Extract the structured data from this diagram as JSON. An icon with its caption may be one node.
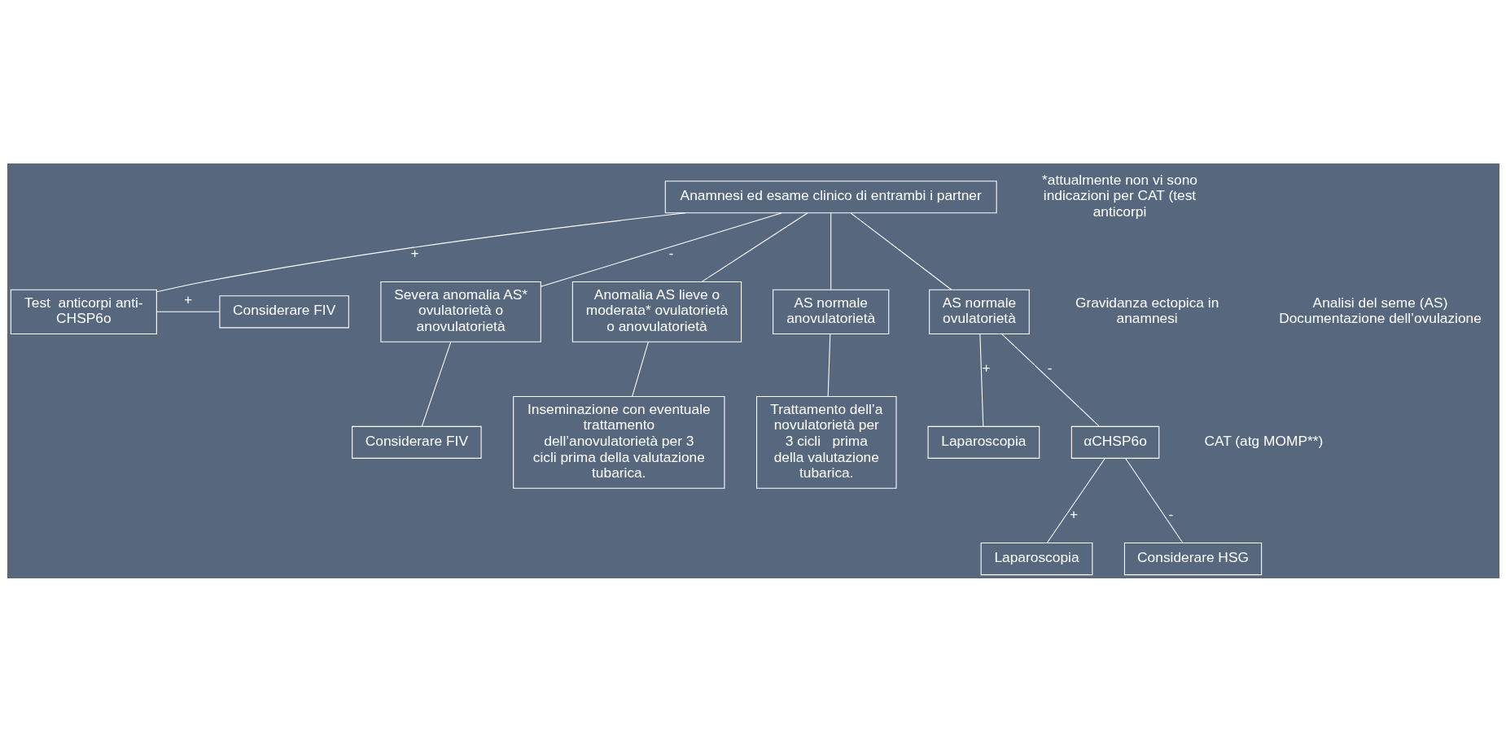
{
  "diagram": {
    "nodes": [
      {
        "text": [
          "Anamnesi ed esame clinico di entrambi i partner"
        ]
      },
      {
        "text": [
          "Test  anticorpi anti- CHSP6o"
        ]
      },
      {
        "text": [
          "Considerare FIV"
        ]
      },
      {
        "text": [
          "Severa anomalia AS* ovulatorietà o anovulatorietà"
        ]
      },
      {
        "text": [
          "Anomalia AS lieve o moderata* ovulatorietà o anovulatorietà"
        ]
      },
      {
        "text": [
          "AS normale anovulatorietà"
        ]
      },
      {
        "text": [
          "AS normale ovulatorietà"
        ]
      },
      {
        "text": [
          "Considerare FIV"
        ]
      },
      {
        "text": [
          "Inseminazione con eventuale trattamento dell’anovulatorietà per 3 cicli prima della valutazione tubarica."
        ]
      },
      {
        "text": [
          "Trattamento dell’anovulatorietà per 3 cicli   prima della valutazione tubarica."
        ]
      },
      {
        "text": [
          "Laparoscopia"
        ]
      },
      {
        "text": [
          "αCHSP6o"
        ]
      },
      {
        "text": [
          "Laparoscopia"
        ]
      },
      {
        "text": [
          "Considerare HSG"
        ]
      }
    ],
    "edges": [
      {
        "from": 0,
        "to": 1,
        "arrow": "none",
        "label": "+"
      },
      {
        "from": 1,
        "to": 2,
        "arrow": "none",
        "label": "+"
      },
      {
        "from": 0,
        "to": 3,
        "arrow": "none",
        "label": "-"
      },
      {
        "from": 0,
        "to": 4,
        "arrow": "none"
      },
      {
        "from": 0,
        "to": 5,
        "arrow": "none"
      },
      {
        "from": 0,
        "to": 6,
        "arrow": "none"
      },
      {
        "from": 3,
        "to": 7,
        "arrow": "none"
      },
      {
        "from": 4,
        "to": 8,
        "arrow": "none"
      },
      {
        "from": 5,
        "to": 9,
        "arrow": "none"
      },
      {
        "from": 6,
        "to": 11,
        "arrow": "none",
        "label": "-"
      },
      {
        "from": 6,
        "to": 10,
        "arrow": "none",
        "label": "+"
      },
      {
        "from": 11,
        "to": 12,
        "arrow": "none",
        "label": "+"
      },
      {
        "from": 11,
        "to": 13,
        "arrow": "none",
        "label": "-"
      }
    ],
    "labels": [
      "Gravidanza ectopica in anamnesi",
      "Analisi del seme (AS) Documentazione dell’ovulazione",
      "CAT (atg MOMP**)",
      "*attualmente non vi sono indicazioni per CAT (test anticorpi"
    ]
  }
}
